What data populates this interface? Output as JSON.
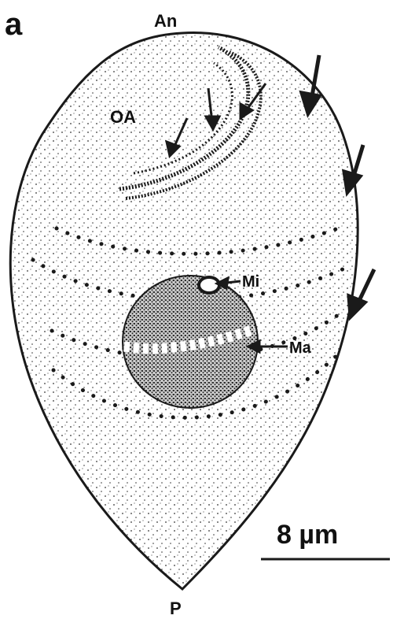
{
  "figure": {
    "panel_label": "a",
    "labels": {
      "anterior": "An",
      "posterior": "P",
      "oral_apparatus": "OA",
      "micronucleus": "Mi",
      "macronucleus": "Ma"
    },
    "scale_bar": {
      "text": "8 µm"
    },
    "ink_color": "#1a1a1a",
    "background_color": "#ffffff"
  }
}
